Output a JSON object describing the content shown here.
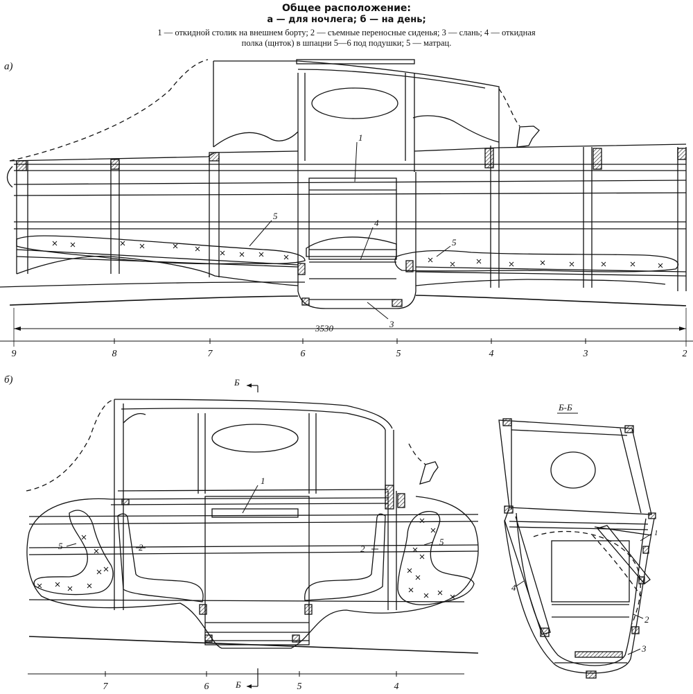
{
  "header": {
    "title": "Общее расположение:",
    "subtitle": "а — для ночлега; б — на день;",
    "legend_line1": "1 — откидной столик на внешнем борту; 2 — съемные переносные сиденья; 3 — слань; 4 — откидная",
    "legend_line2": "полка (щнток) в шпацни 5—6 под подушки; 5 — матрац."
  },
  "view_a": {
    "label": "а)",
    "dimension": "3530",
    "frames": [
      "9",
      "8",
      "7",
      "6",
      "5",
      "4",
      "3",
      "2"
    ],
    "callouts": [
      "1",
      "4",
      "5",
      "5",
      "3"
    ]
  },
  "view_b": {
    "label": "б)",
    "section_mark": "Б",
    "frames": [
      "7",
      "6",
      "5",
      "4"
    ],
    "callouts": [
      "1",
      "2",
      "2",
      "5",
      "5"
    ]
  },
  "section": {
    "title": "Б-Б",
    "callouts": [
      "1",
      "4",
      "2",
      "3"
    ]
  }
}
